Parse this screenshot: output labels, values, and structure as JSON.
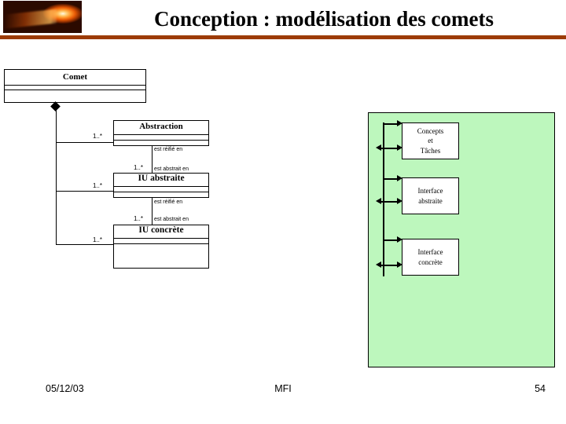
{
  "slide": {
    "title": "Conception : modélisation des comets",
    "logo_icon": "comet-logo-image",
    "accent_color": "#9c3b06",
    "panel_color": "#bdf7bd"
  },
  "class_diagram": {
    "root_class": {
      "name": "Comet"
    },
    "aggregation_marker": "filled-diamond",
    "classes": [
      {
        "name": "Abstraction",
        "root_multiplicity": "1..*"
      },
      {
        "name": "IU abstraite",
        "root_multiplicity": "1..*"
      },
      {
        "name": "IU concrète",
        "root_multiplicity": "1..*"
      }
    ],
    "associations": [
      {
        "from": "Abstraction",
        "to": "IU abstraite",
        "label_from": "est réifié en",
        "label_to": "est abstrait en",
        "multiplicity": "1..*"
      },
      {
        "from": "IU abstraite",
        "to": "IU concrète",
        "label_from": "est réifié en",
        "label_to": "est abstrait en",
        "multiplicity": "1..*"
      }
    ]
  },
  "architecture_panel": {
    "layers": [
      {
        "name": "Concepts\net\nTâches",
        "line1": "Concepts",
        "line2": "et",
        "line3": "Tâches"
      },
      {
        "name": "Interface abstraite",
        "line1": "Interface",
        "line2": "abstraite",
        "line3": ""
      },
      {
        "name": "Interface concrète",
        "line1": "Interface",
        "line2": "concrète",
        "line3": ""
      }
    ]
  },
  "footer": {
    "date": "05/12/03",
    "center": "MFI",
    "page": "54"
  }
}
